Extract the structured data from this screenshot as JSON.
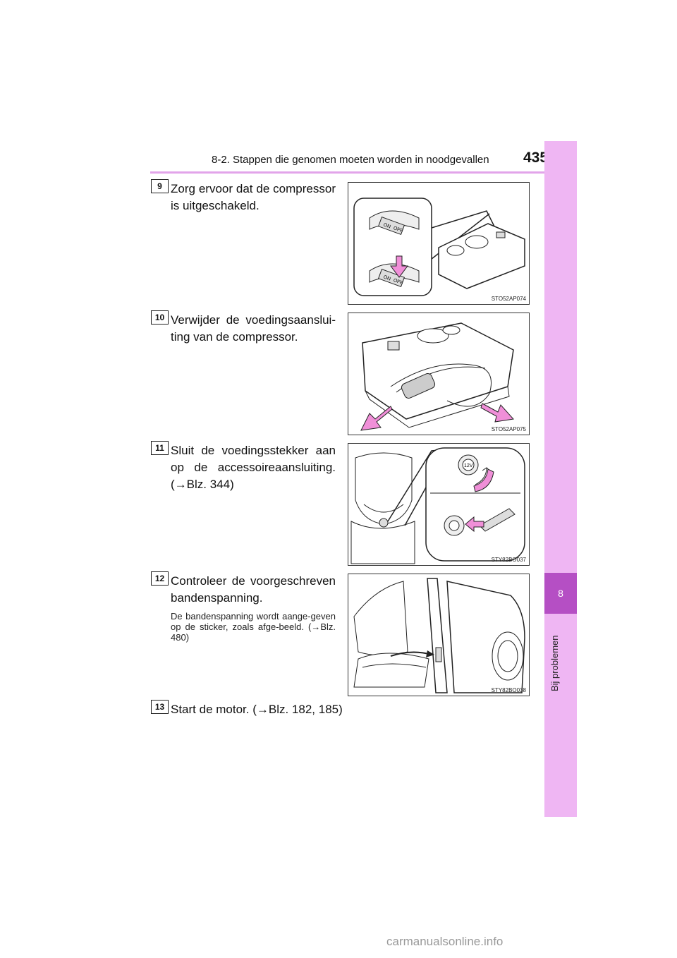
{
  "header": {
    "section_title": "8-2. Stappen die genomen moeten worden in noodgevallen",
    "page_number": "435"
  },
  "sidebar": {
    "chapter_number": "8",
    "chapter_label": "Bij problemen"
  },
  "steps": [
    {
      "number": "9",
      "text": "Zorg ervoor dat de compressor is uitgeschakeld.",
      "figure_code": "STO52AP074"
    },
    {
      "number": "10",
      "text": "Verwijder de voedingsaanslui-ting van de compressor.",
      "figure_code": "STO52AP075"
    },
    {
      "number": "11",
      "text": "Sluit de voedingsstekker aan op de accessoireaansluiting. (→Blz. 344)",
      "figure_code": "STY82BO037"
    },
    {
      "number": "12",
      "text": "Controleer de voorgeschreven bandenspanning.",
      "note": "De bandenspanning wordt aange-geven op de sticker, zoals afge-beeld. (→Blz. 480)",
      "figure_code": "STY82BO038"
    },
    {
      "number": "13",
      "text": "Start de motor. (→Blz. 182, 185)"
    }
  ],
  "figure_labels": {
    "switch_on": "ON",
    "switch_off": "OFF",
    "socket_12v": "12V"
  },
  "colors": {
    "accent_pink": "#efb6f3",
    "chapter_tab": "#b54fc4",
    "arrow_pink": "#f08fd8"
  },
  "watermark": "carmanualsonline.info"
}
